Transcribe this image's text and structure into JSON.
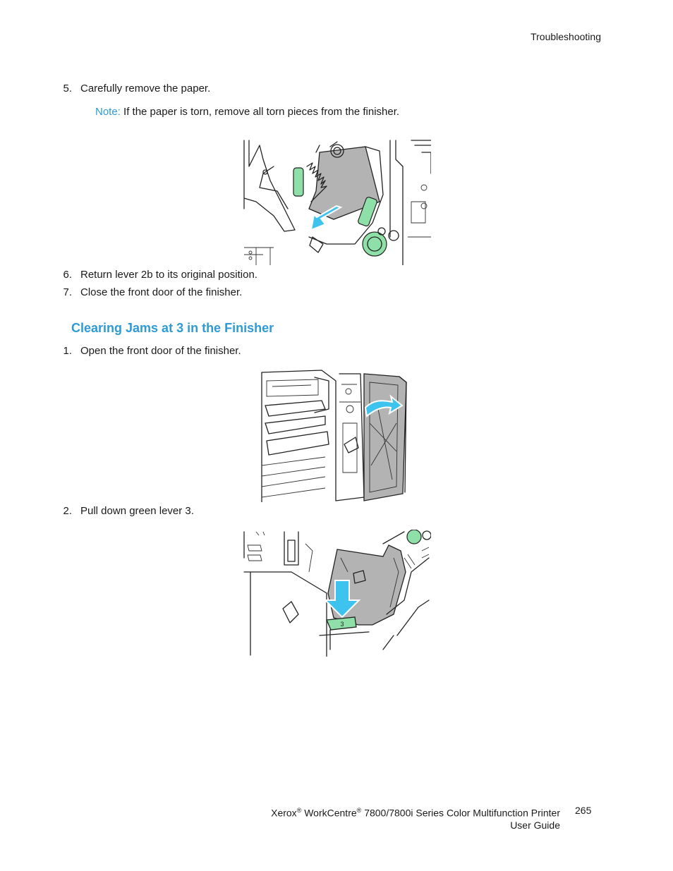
{
  "header": {
    "section": "Troubleshooting"
  },
  "steps_a": [
    {
      "num": "5.",
      "text": "Carefully remove the paper."
    }
  ],
  "note": {
    "label": "Note:",
    "text": " If the paper is torn, remove all torn pieces from the finisher."
  },
  "steps_b": [
    {
      "num": "6.",
      "text": "Return lever 2b to its original position."
    },
    {
      "num": "7.",
      "text": "Close the front door of the finisher."
    }
  ],
  "heading": "Clearing Jams at 3 in the Finisher",
  "steps_c": [
    {
      "num": "1.",
      "text": "Open the front door of the finisher."
    }
  ],
  "steps_d": [
    {
      "num": "2.",
      "text": "Pull down green lever 3."
    }
  ],
  "figures": {
    "lever3_label": "3",
    "colors": {
      "green": "#8fe0a8",
      "blue": "#3ec3ee",
      "paper_gray": "#b3b3b3"
    }
  },
  "footer": {
    "brand": "Xerox",
    "reg": "®",
    "product": "WorkCentre",
    "model": "7800/7800i Series Color Multifunction Printer",
    "guide": "User Guide",
    "page": "265"
  }
}
